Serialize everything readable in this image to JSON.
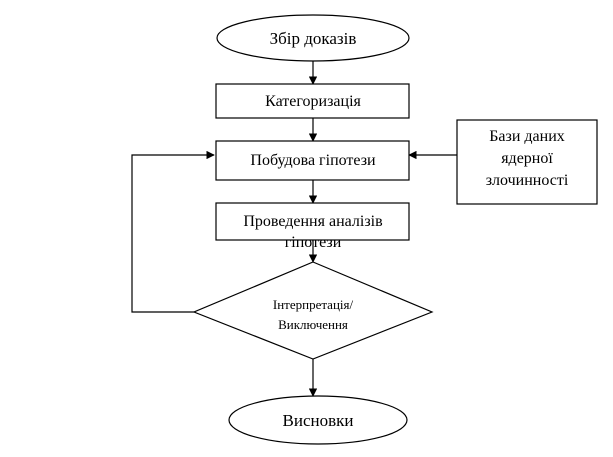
{
  "nodes": {
    "start": "Збір доказів",
    "categorize": "Категоризація",
    "build_hypothesis": "Побудова гіпотези",
    "analysis_line1": "Проведення аналізів",
    "analysis_line2": "гіпотези",
    "database_line1": "Бази даних",
    "database_line2": "ядерної",
    "database_line3": "злочинності",
    "decision_line1": "Інтерпретація/",
    "decision_line2": "Виключення",
    "end": "Висновки"
  }
}
